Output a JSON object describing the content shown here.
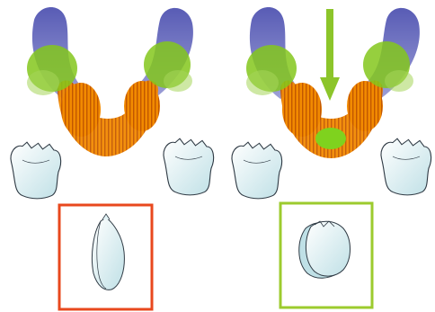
{
  "colors": {
    "background": "#ffffff",
    "blue_band": "#4b4fb2",
    "green_blob": "#84c71c",
    "orange_band": "#f28a00",
    "orange_stripe": "#c25700",
    "arrow": "#8cc52a",
    "frame_red": "#e8481e",
    "frame_green": "#9ccb2e",
    "tooth_fill": "#e2f3f6",
    "tooth_shade": "#bfe0e6",
    "tooth_outline": "#2f3a44"
  },
  "panels": [
    {
      "name": "left-panel",
      "has_arrow": false,
      "has_center_dot": false,
      "frame_color_key": "frame_red",
      "crop_tooth": "narrow-oval"
    },
    {
      "name": "right-panel",
      "has_arrow": true,
      "has_center_dot": true,
      "frame_color_key": "frame_green",
      "crop_tooth": "round"
    }
  ]
}
